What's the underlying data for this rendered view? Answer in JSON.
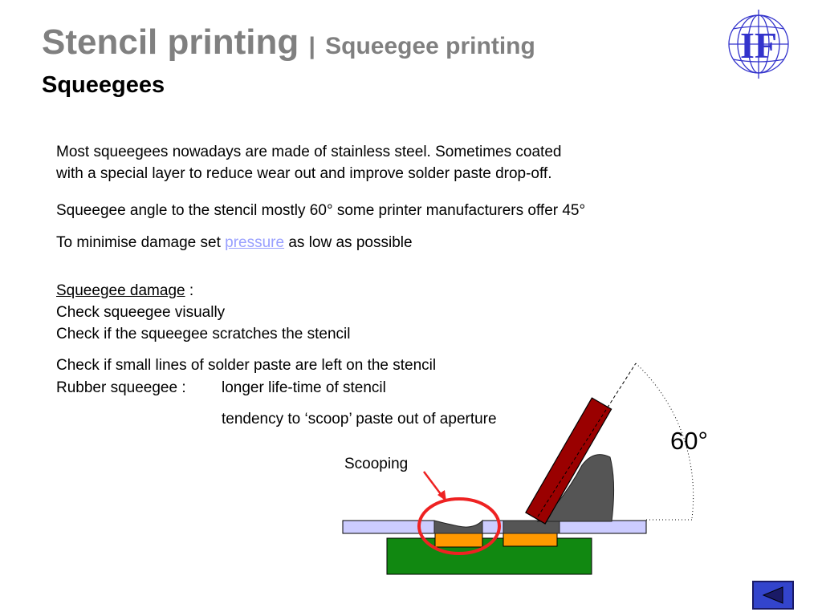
{
  "header": {
    "title": "Stencil printing",
    "title_separator": "|",
    "title_section": "Squeegee printing",
    "subtitle": "Squeegees"
  },
  "logo": {
    "letters": "IF"
  },
  "body": {
    "para1_line1": "Most squeegees nowadays are made of stainless steel. Sometimes coated",
    "para1_line2": "with a special layer to reduce wear out and improve solder paste drop-off.",
    "angle_text": "Squeegee angle to the stencil mostly 60° some printer manufacturers offer 45°",
    "pressure_prefix": "To minimise damage set ",
    "pressure_link": "pressure",
    "pressure_suffix": " as low as possible",
    "damage_heading": "Squeegee damage",
    "damage_colon": " :",
    "damage_item1": "Check squeegee visually",
    "damage_item2": "Check if the squeegee scratches the stencil",
    "damage_item3": "Check if small lines of solder paste are left on the stencil",
    "rubber_label": "Rubber squeegee :",
    "rubber_item1": "longer life-time of stencil",
    "rubber_item2": "tendency to ‘scoop’ paste out of aperture"
  },
  "diagram": {
    "angle_label": "60°",
    "scooping_label": "Scooping"
  },
  "colors": {
    "title_gray": "#808080",
    "link": "#99a0ff",
    "squeegee": "#9a0000",
    "paste": "#555555",
    "stencil": "#ccccff",
    "pcb": "#118811",
    "pad": "#ff9900",
    "scoop_ring": "#ee2222",
    "logo": "#3333cc",
    "nav_button": "#3344cc"
  },
  "nav": {
    "back_button": "previous-slide"
  }
}
